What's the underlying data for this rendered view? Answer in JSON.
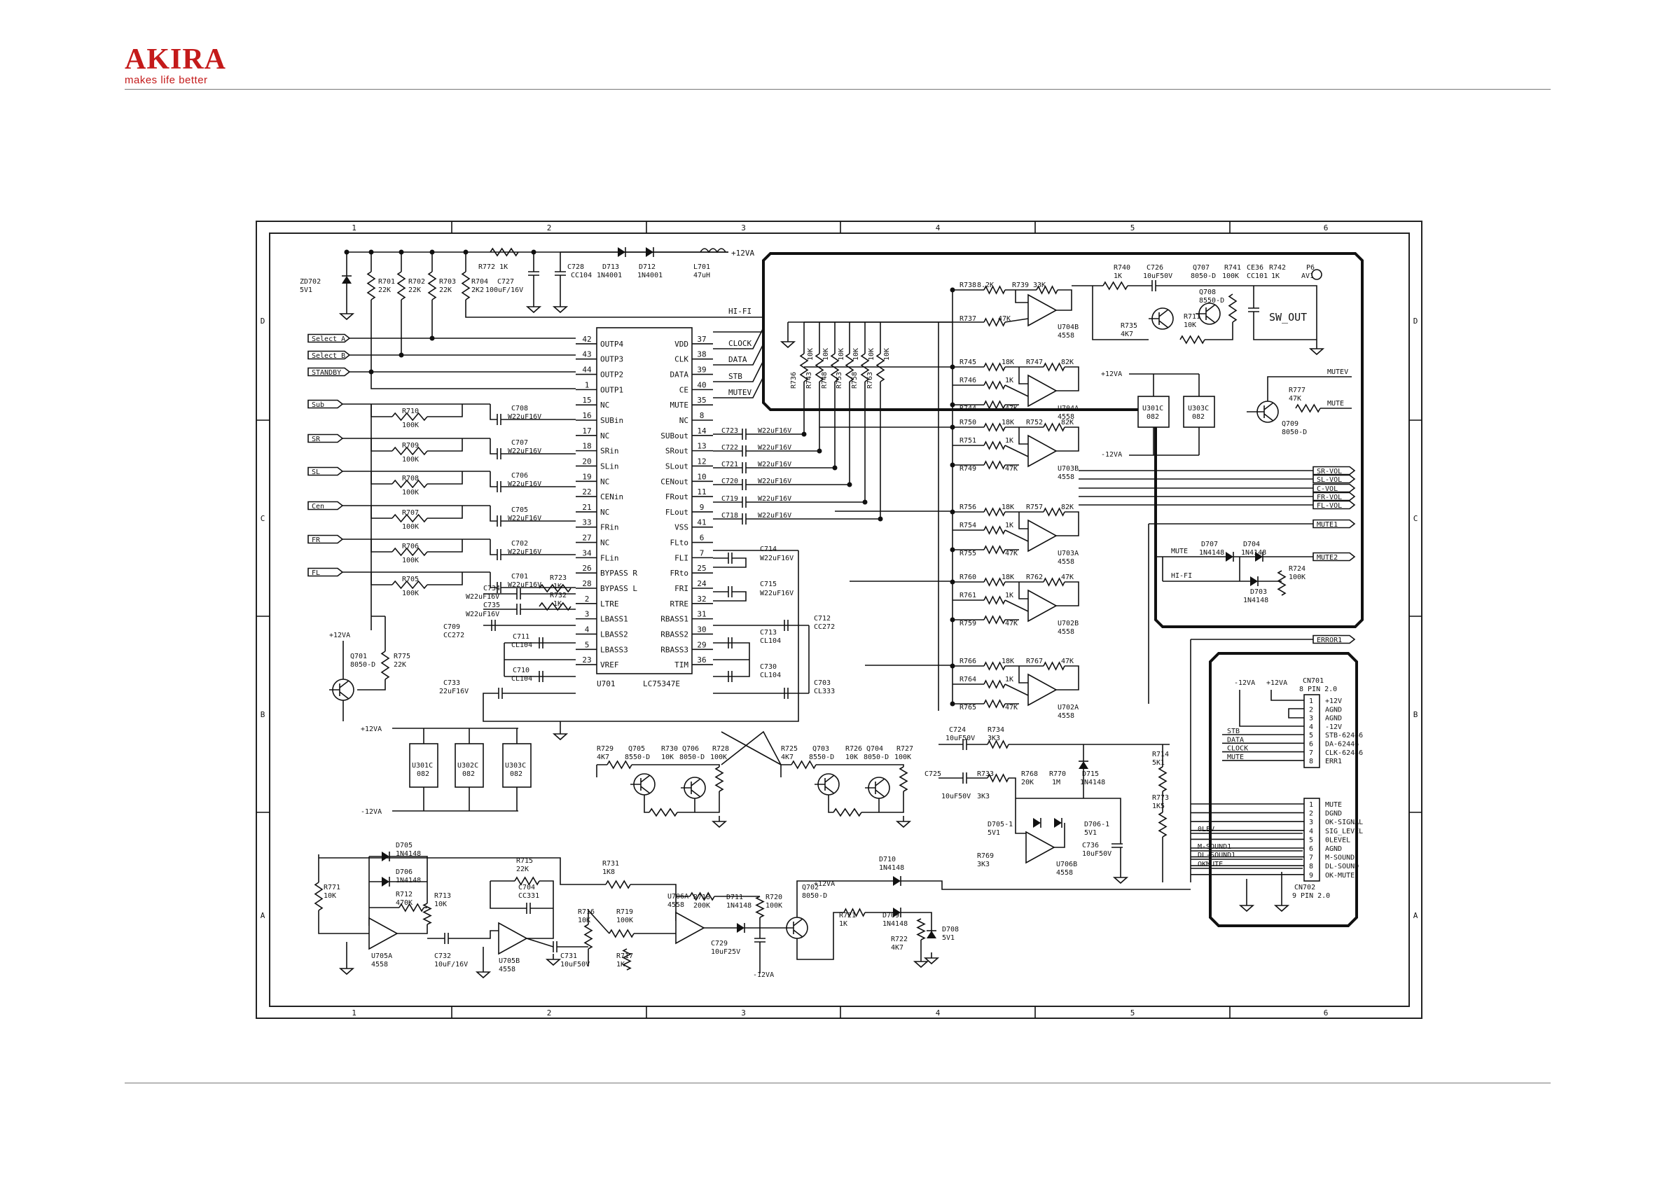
{
  "brand": {
    "name": "AKIRA",
    "tagline": "makes life better",
    "color": "#c41a1a"
  },
  "frame": {
    "columns": [
      "1",
      "2",
      "3",
      "4",
      "5",
      "6"
    ],
    "rows": [
      "D",
      "C",
      "B",
      "A"
    ]
  },
  "ic": {
    "ref": "U701",
    "part": "LC75347E",
    "left_pins": [
      {
        "num": "42",
        "name": "OUTP4"
      },
      {
        "num": "43",
        "name": "OUTP3"
      },
      {
        "num": "44",
        "name": "OUTP2"
      },
      {
        "num": "1",
        "name": "OUTP1"
      },
      {
        "num": "15",
        "name": "NC"
      },
      {
        "num": "16",
        "name": "SUBin"
      },
      {
        "num": "17",
        "name": "NC"
      },
      {
        "num": "18",
        "name": "SRin"
      },
      {
        "num": "20",
        "name": "SLin"
      },
      {
        "num": "19",
        "name": "NC"
      },
      {
        "num": "22",
        "name": "CENin"
      },
      {
        "num": "21",
        "name": "NC"
      },
      {
        "num": "33",
        "name": "FRin"
      },
      {
        "num": "27",
        "name": "NC"
      },
      {
        "num": "34",
        "name": "FLin"
      },
      {
        "num": "26",
        "name": "BYPASS R"
      },
      {
        "num": "28",
        "name": "BYPASS L"
      },
      {
        "num": "2",
        "name": "LTRE"
      },
      {
        "num": "3",
        "name": "LBASS1"
      },
      {
        "num": "4",
        "name": "LBASS2"
      },
      {
        "num": "5",
        "name": "LBASS3"
      },
      {
        "num": "23",
        "name": "VREF"
      }
    ],
    "right_pins": [
      {
        "num": "37",
        "name": "VDD"
      },
      {
        "num": "38",
        "name": "CLK"
      },
      {
        "num": "39",
        "name": "DATA"
      },
      {
        "num": "40",
        "name": "CE"
      },
      {
        "num": "35",
        "name": "MUTE"
      },
      {
        "num": "8",
        "name": "NC"
      },
      {
        "num": "14",
        "name": "SUBout"
      },
      {
        "num": "13",
        "name": "SRout"
      },
      {
        "num": "12",
        "name": "SLout"
      },
      {
        "num": "10",
        "name": "CENout"
      },
      {
        "num": "11",
        "name": "FRout"
      },
      {
        "num": "9",
        "name": "FLout"
      },
      {
        "num": "41",
        "name": "VSS"
      },
      {
        "num": "6",
        "name": "FLto"
      },
      {
        "num": "7",
        "name": "FLI"
      },
      {
        "num": "25",
        "name": "FRto"
      },
      {
        "num": "24",
        "name": "FRI"
      },
      {
        "num": "32",
        "name": "RTRE"
      },
      {
        "num": "31",
        "name": "RBASS1"
      },
      {
        "num": "30",
        "name": "RBASS2"
      },
      {
        "num": "29",
        "name": "RBASS3"
      },
      {
        "num": "36",
        "name": "TIM"
      }
    ]
  },
  "control_inputs": [
    "Select A",
    "Select B",
    "STANDBY"
  ],
  "audio_inputs": [
    "Sub",
    "SR",
    "SL",
    "Cen",
    "FR",
    "FL"
  ],
  "control_nets": [
    "HI-FI",
    "CLOCK",
    "DATA",
    "STB",
    "MUTEV"
  ],
  "output_nets": [
    "SR-VOL",
    "SL-VOL",
    "C-VOL",
    "FR-VOL",
    "FL-VOL",
    "MUTE1",
    "MUTE2",
    "ERROR1"
  ],
  "sw_out": "SW_OUT",
  "labels": {
    "supply_a": "+12VA",
    "supply_b": "+12VA",
    "neg_a": "-12VA",
    "neg_b": "-12VA",
    "q701": "Q701",
    "q701v": "8050-D",
    "r775": "R775",
    "r775v": "22K"
  },
  "cn701": {
    "ref": "CN701",
    "desc": "8 PIN 2.0",
    "neg": "-12VA",
    "pos": "+12VA",
    "pins": [
      {
        "num": "1",
        "name": "+12V"
      },
      {
        "num": "2",
        "name": "AGND"
      },
      {
        "num": "3",
        "name": "AGND"
      },
      {
        "num": "4",
        "name": "-12V"
      },
      {
        "num": "5",
        "name": "STB-62446"
      },
      {
        "num": "6",
        "name": "DA-62446"
      },
      {
        "num": "7",
        "name": "CLK-62446"
      },
      {
        "num": "8",
        "name": "ERR1"
      }
    ],
    "nets": [
      "STB",
      "DATA",
      "CLOCK",
      "MUTE"
    ]
  },
  "cn702": {
    "ref": "CN702",
    "desc": "9 PIN 2.0",
    "pins": [
      {
        "num": "1",
        "name": "MUTE"
      },
      {
        "num": "2",
        "name": "DGND"
      },
      {
        "num": "3",
        "name": "OK-SIGNAL"
      },
      {
        "num": "4",
        "name": "SIG_LEVEL"
      },
      {
        "num": "5",
        "name": "0LEVEL"
      },
      {
        "num": "6",
        "name": "AGND"
      },
      {
        "num": "7",
        "name": "M-SOUND"
      },
      {
        "num": "8",
        "name": "DL-SOUND"
      },
      {
        "num": "9",
        "name": "OK-MUTE"
      }
    ],
    "nets": [
      "0LEV",
      "M-SOUND1",
      "DL-SOUND1",
      "OKMUTE"
    ]
  },
  "opamps": [
    {
      "ref": "U704B",
      "part": "4558"
    },
    {
      "ref": "U704A",
      "part": "4558"
    },
    {
      "ref": "U703B",
      "part": "4558"
    },
    {
      "ref": "U703A",
      "part": "4558"
    },
    {
      "ref": "U702B",
      "part": "4558"
    },
    {
      "ref": "U702A",
      "part": "4558"
    },
    {
      "ref": "U706B",
      "part": "4558"
    },
    {
      "ref": "U705A",
      "part": "4558"
    },
    {
      "ref": "U705B",
      "part": "4558"
    },
    {
      "ref": "U706A",
      "part": "4558"
    }
  ],
  "opamp_res": [
    {
      "ra": "R745",
      "va": "18K",
      "rb": "R747",
      "vb": "82K",
      "rc": "R746",
      "vc": "1K",
      "rd": "R744",
      "vd": "47K"
    },
    {
      "ra": "R750",
      "va": "18K",
      "rb": "R752",
      "vb": "82K",
      "rc": "R751",
      "vc": "1K",
      "rd": "R749",
      "vd": "47K"
    },
    {
      "ra": "R756",
      "va": "18K",
      "rb": "R757",
      "vb": "82K",
      "rc": "R754",
      "vc": "1K",
      "rd": "R755",
      "vd": "47K"
    },
    {
      "ra": "R760",
      "va": "18K",
      "rb": "R762",
      "vb": "47K",
      "rc": "R761",
      "vc": "1K",
      "rd": "R759",
      "vd": "47K"
    },
    {
      "ra": "R766",
      "va": "18K",
      "rb": "R767",
      "vb": "47K",
      "rc": "R764",
      "vc": "1K",
      "rd": "R765",
      "vd": "47K"
    }
  ],
  "u704b_res": {
    "ra": "R738",
    "va": "8.2K",
    "rb": "R739",
    "vb": "33K",
    "rc": "R737",
    "vc": "47K"
  },
  "vert_res": [
    "R736",
    "R743",
    "R748",
    "R753",
    "R758",
    "R763"
  ],
  "vert_val": "10K",
  "top_row": [
    {
      "ref": "ZD702",
      "val": "5V1"
    },
    {
      "ref": "R701",
      "val": "22K"
    },
    {
      "ref": "R702",
      "val": "22K"
    },
    {
      "ref": "R703",
      "val": "22K"
    },
    {
      "ref": "R704",
      "val": "2K2"
    },
    {
      "ref": "C727",
      "val": "100uF/16V"
    },
    {
      "ref": "R772",
      "val": "1K"
    },
    {
      "ref": "C728",
      "val": "CC104"
    },
    {
      "ref": "D713",
      "val": "1N4001"
    },
    {
      "ref": "D712",
      "val": "1N4001"
    },
    {
      "ref": "L701",
      "val": "47uH"
    }
  ],
  "in_res": [
    {
      "ref": "R710",
      "val": "100K"
    },
    {
      "ref": "R709",
      "val": "100K"
    },
    {
      "ref": "R708",
      "val": "100K"
    },
    {
      "ref": "R707",
      "val": "100K"
    },
    {
      "ref": "R706",
      "val": "100K"
    },
    {
      "ref": "R705",
      "val": "100K"
    }
  ],
  "in_caps": [
    {
      "ref": "C708",
      "val": "W22uF16V"
    },
    {
      "ref": "C707",
      "val": "W22uF16V"
    },
    {
      "ref": "C706",
      "val": "W22uF16V"
    },
    {
      "ref": "C705",
      "val": "W22uF16V"
    },
    {
      "ref": "C702",
      "val": "W22uF16V"
    },
    {
      "ref": "C701",
      "val": "W22uF16V"
    }
  ],
  "out_caps": [
    "C723",
    "C722",
    "C721",
    "C720",
    "C719",
    "C718"
  ],
  "out_cap_val": "W22uF16V",
  "misc": [
    {
      "ref": "R723",
      "val": "1K"
    },
    {
      "ref": "R732",
      "val": "1K"
    },
    {
      "ref": "C734",
      "val": "W22uF16V"
    },
    {
      "ref": "C735",
      "val": "W22uF16V"
    },
    {
      "ref": "C709",
      "val": "CC272"
    },
    {
      "ref": "C711",
      "val": "CL104"
    },
    {
      "ref": "C710",
      "val": "CL104"
    },
    {
      "ref": "C733",
      "val": "22uF16V"
    },
    {
      "ref": "C714",
      "val": "W22uF16V"
    },
    {
      "ref": "C715",
      "val": "W22uF16V"
    },
    {
      "ref": "C712",
      "val": "CC272"
    },
    {
      "ref": "C713",
      "val": "CL104"
    },
    {
      "ref": "C730",
      "val": "CL104"
    },
    {
      "ref": "C703",
      "val": "CL333"
    }
  ],
  "sw_block": [
    {
      "ref": "R740",
      "val": "1K"
    },
    {
      "ref": "C726",
      "val": "10uF50V"
    },
    {
      "ref": "Q707",
      "val": "8050-D"
    },
    {
      "ref": "R741",
      "val": "100K"
    },
    {
      "ref": "CE36",
      "val": "CC101"
    },
    {
      "ref": "R742",
      "val": "1K"
    },
    {
      "ref": "P6",
      "val": "AV1"
    },
    {
      "ref": "Q708",
      "val": "8550-D"
    },
    {
      "ref": "R735",
      "val": "4K7"
    },
    {
      "ref": "R711",
      "val": "10K"
    }
  ],
  "mute_block": [
    {
      "ref": "R777",
      "val": "47K"
    },
    {
      "ref": "Q709",
      "val": "8050-D"
    },
    {
      "ref": "D707",
      "val": "1N4148"
    },
    {
      "ref": "D704",
      "val": "1N4148"
    },
    {
      "ref": "D703",
      "val": "1N4148"
    },
    {
      "ref": "R724",
      "val": "100K"
    }
  ],
  "supply_ics": [
    {
      "ref": "U301C",
      "val": "082"
    },
    {
      "ref": "U303C",
      "val": "082"
    },
    {
      "ref": "U301C",
      "val": "082"
    },
    {
      "ref": "U302C",
      "val": "082"
    },
    {
      "ref": "U303C",
      "val": "082"
    }
  ],
  "trans_block": [
    {
      "ref": "R729",
      "val": "4K7"
    },
    {
      "ref": "Q705",
      "val": "8550-D"
    },
    {
      "ref": "R730",
      "val": "10K"
    },
    {
      "ref": "Q706",
      "val": "8050-D"
    },
    {
      "ref": "R728",
      "val": "100K"
    },
    {
      "ref": "R725",
      "val": "4K7"
    },
    {
      "ref": "Q703",
      "val": "8550-D"
    },
    {
      "ref": "R726",
      "val": "10K"
    },
    {
      "ref": "Q704",
      "val": "8050-D"
    },
    {
      "ref": "R727",
      "val": "100K"
    }
  ],
  "level_block": [
    {
      "ref": "C724",
      "val": "10uF50V"
    },
    {
      "ref": "R734",
      "val": "3K3"
    },
    {
      "ref": "C725",
      "val": "10uF50V"
    },
    {
      "ref": "R733",
      "val": "3K3"
    },
    {
      "ref": "R768",
      "val": "20K"
    },
    {
      "ref": "R770",
      "val": "1M"
    },
    {
      "ref": "D715",
      "val": "1N4148"
    },
    {
      "ref": "R714",
      "val": "5K1"
    },
    {
      "ref": "R773",
      "val": "1K5"
    },
    {
      "ref": "D705-1",
      "val": "5V1"
    },
    {
      "ref": "D706-1",
      "val": "5V1"
    },
    {
      "ref": "C736",
      "val": "10uF50V"
    },
    {
      "ref": "R769",
      "val": "3K3"
    }
  ],
  "bottom_block": [
    {
      "ref": "D705",
      "val": "1N4148"
    },
    {
      "ref": "D706",
      "val": "1N4148"
    },
    {
      "ref": "R712",
      "val": "470K"
    },
    {
      "ref": "R713",
      "val": "10K"
    },
    {
      "ref": "R771",
      "val": "10K"
    },
    {
      "ref": "C732",
      "val": "10uF/16V"
    },
    {
      "ref": "R715",
      "val": "22K"
    },
    {
      "ref": "C704",
      "val": "CC331"
    },
    {
      "ref": "C731",
      "val": "10uF50V"
    },
    {
      "ref": "R716",
      "val": "10K"
    },
    {
      "ref": "R719",
      "val": "100K"
    },
    {
      "ref": "R717",
      "val": "1K"
    },
    {
      "ref": "R731",
      "val": "1K8"
    },
    {
      "ref": "R718",
      "val": "200K"
    },
    {
      "ref": "D711",
      "val": "1N4148"
    },
    {
      "ref": "R720",
      "val": "100K"
    },
    {
      "ref": "Q702",
      "val": "8050-D"
    },
    {
      "ref": "C729",
      "val": "10uF25V"
    },
    {
      "ref": "D710",
      "val": "1N4148"
    },
    {
      "ref": "R721",
      "val": "1K"
    },
    {
      "ref": "D709",
      "val": "1N4148"
    },
    {
      "ref": "R722",
      "val": "4K7"
    },
    {
      "ref": "D708",
      "val": "5V1"
    }
  ],
  "bottom_supply": {
    "pos": "+12VA",
    "neg": "-12VA"
  }
}
